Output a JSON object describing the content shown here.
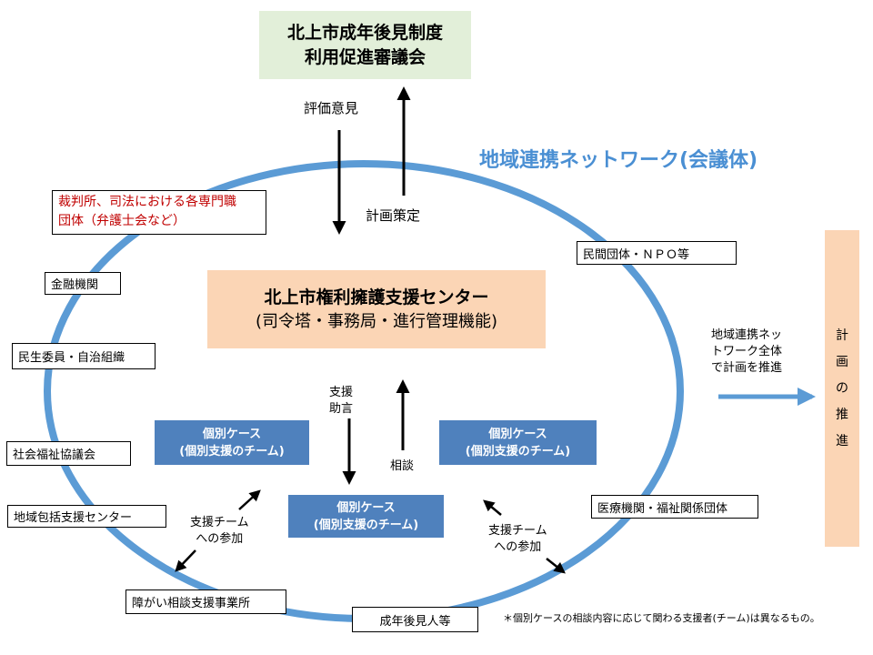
{
  "council": {
    "line1": "北上市成年後見制度",
    "line2": "利用促進審議会"
  },
  "arrows": {
    "evaluation": "評価意見",
    "plan_formulation": "計画策定"
  },
  "network_title": "地域連携ネットワーク(会議体)",
  "center": {
    "title": "北上市権利擁護支援センター",
    "subtitle": "(司令塔・事務局・進行管理機能)"
  },
  "cases": [
    {
      "line1": "個別ケース",
      "line2": "(個別支援のチーム)"
    },
    {
      "line1": "個別ケース",
      "line2": "(個別支援のチーム)"
    },
    {
      "line1": "個別ケース",
      "line2": "(個別支援のチーム)"
    }
  ],
  "support_advice": {
    "line1": "支援",
    "line2": "助言"
  },
  "consult": "相談",
  "team_join": {
    "line1": "支援チーム",
    "line2": "への参加"
  },
  "court_box": {
    "line1": "裁判所、司法における各専門職",
    "line2": "団体（弁護士会など）"
  },
  "stakeholders": {
    "finance": "金融機関",
    "welfare_commissioner": "民生委員・自治組織",
    "social_welfare_council": "社会福祉協議会",
    "community_support_center": "地域包括支援センター",
    "disability_office": "障がい相談支援事業所",
    "guardians": "成年後見人等",
    "medical": "医療機関・福祉関係団体",
    "private_npo": "民間団体・ＮＰＯ等"
  },
  "network_promotion": {
    "line1": "地域連携ネッ",
    "line2": "トワーク全体",
    "line3": "で計画を推進"
  },
  "plan_vertical": [
    "計",
    "画",
    "の",
    "推",
    "進"
  ],
  "footnote": "＊個別ケースの相談内容に応じて関わる支援者(チーム)は異なるもの。",
  "colors": {
    "ellipse": "#5b9bd5",
    "title_blue": "#4a8fd3",
    "case_fill": "#4f81bd",
    "council_fill": "#e2efd9",
    "center_fill": "#fbd5b5",
    "court_text": "#c00000"
  }
}
